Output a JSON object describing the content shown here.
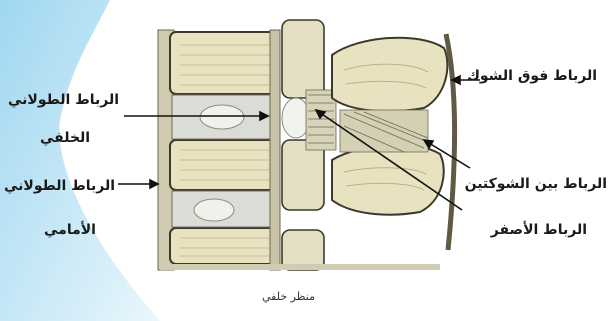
{
  "figure": {
    "labels": {
      "supraspinous": "الرباط فوق الشوك",
      "interspinous": "الرباط بين الشوكتين",
      "ligamentum_flavum": "الرباط الأصفر",
      "posterior_longitudinal_line1": "الرباط الطولاني",
      "posterior_longitudinal_line2": "الخلفي",
      "anterior_longitudinal_line1": "الرباط الطولاني",
      "anterior_longitudinal_line2": "الأمامي"
    },
    "caption": "منظر خلفي"
  },
  "colors": {
    "accent_blue": "#bfe3f3",
    "bone_fill": "#e8e2c0",
    "bone_outline": "#3a3a2a",
    "ligament": "#d7d3b8",
    "disc": "#dcdcd6"
  }
}
